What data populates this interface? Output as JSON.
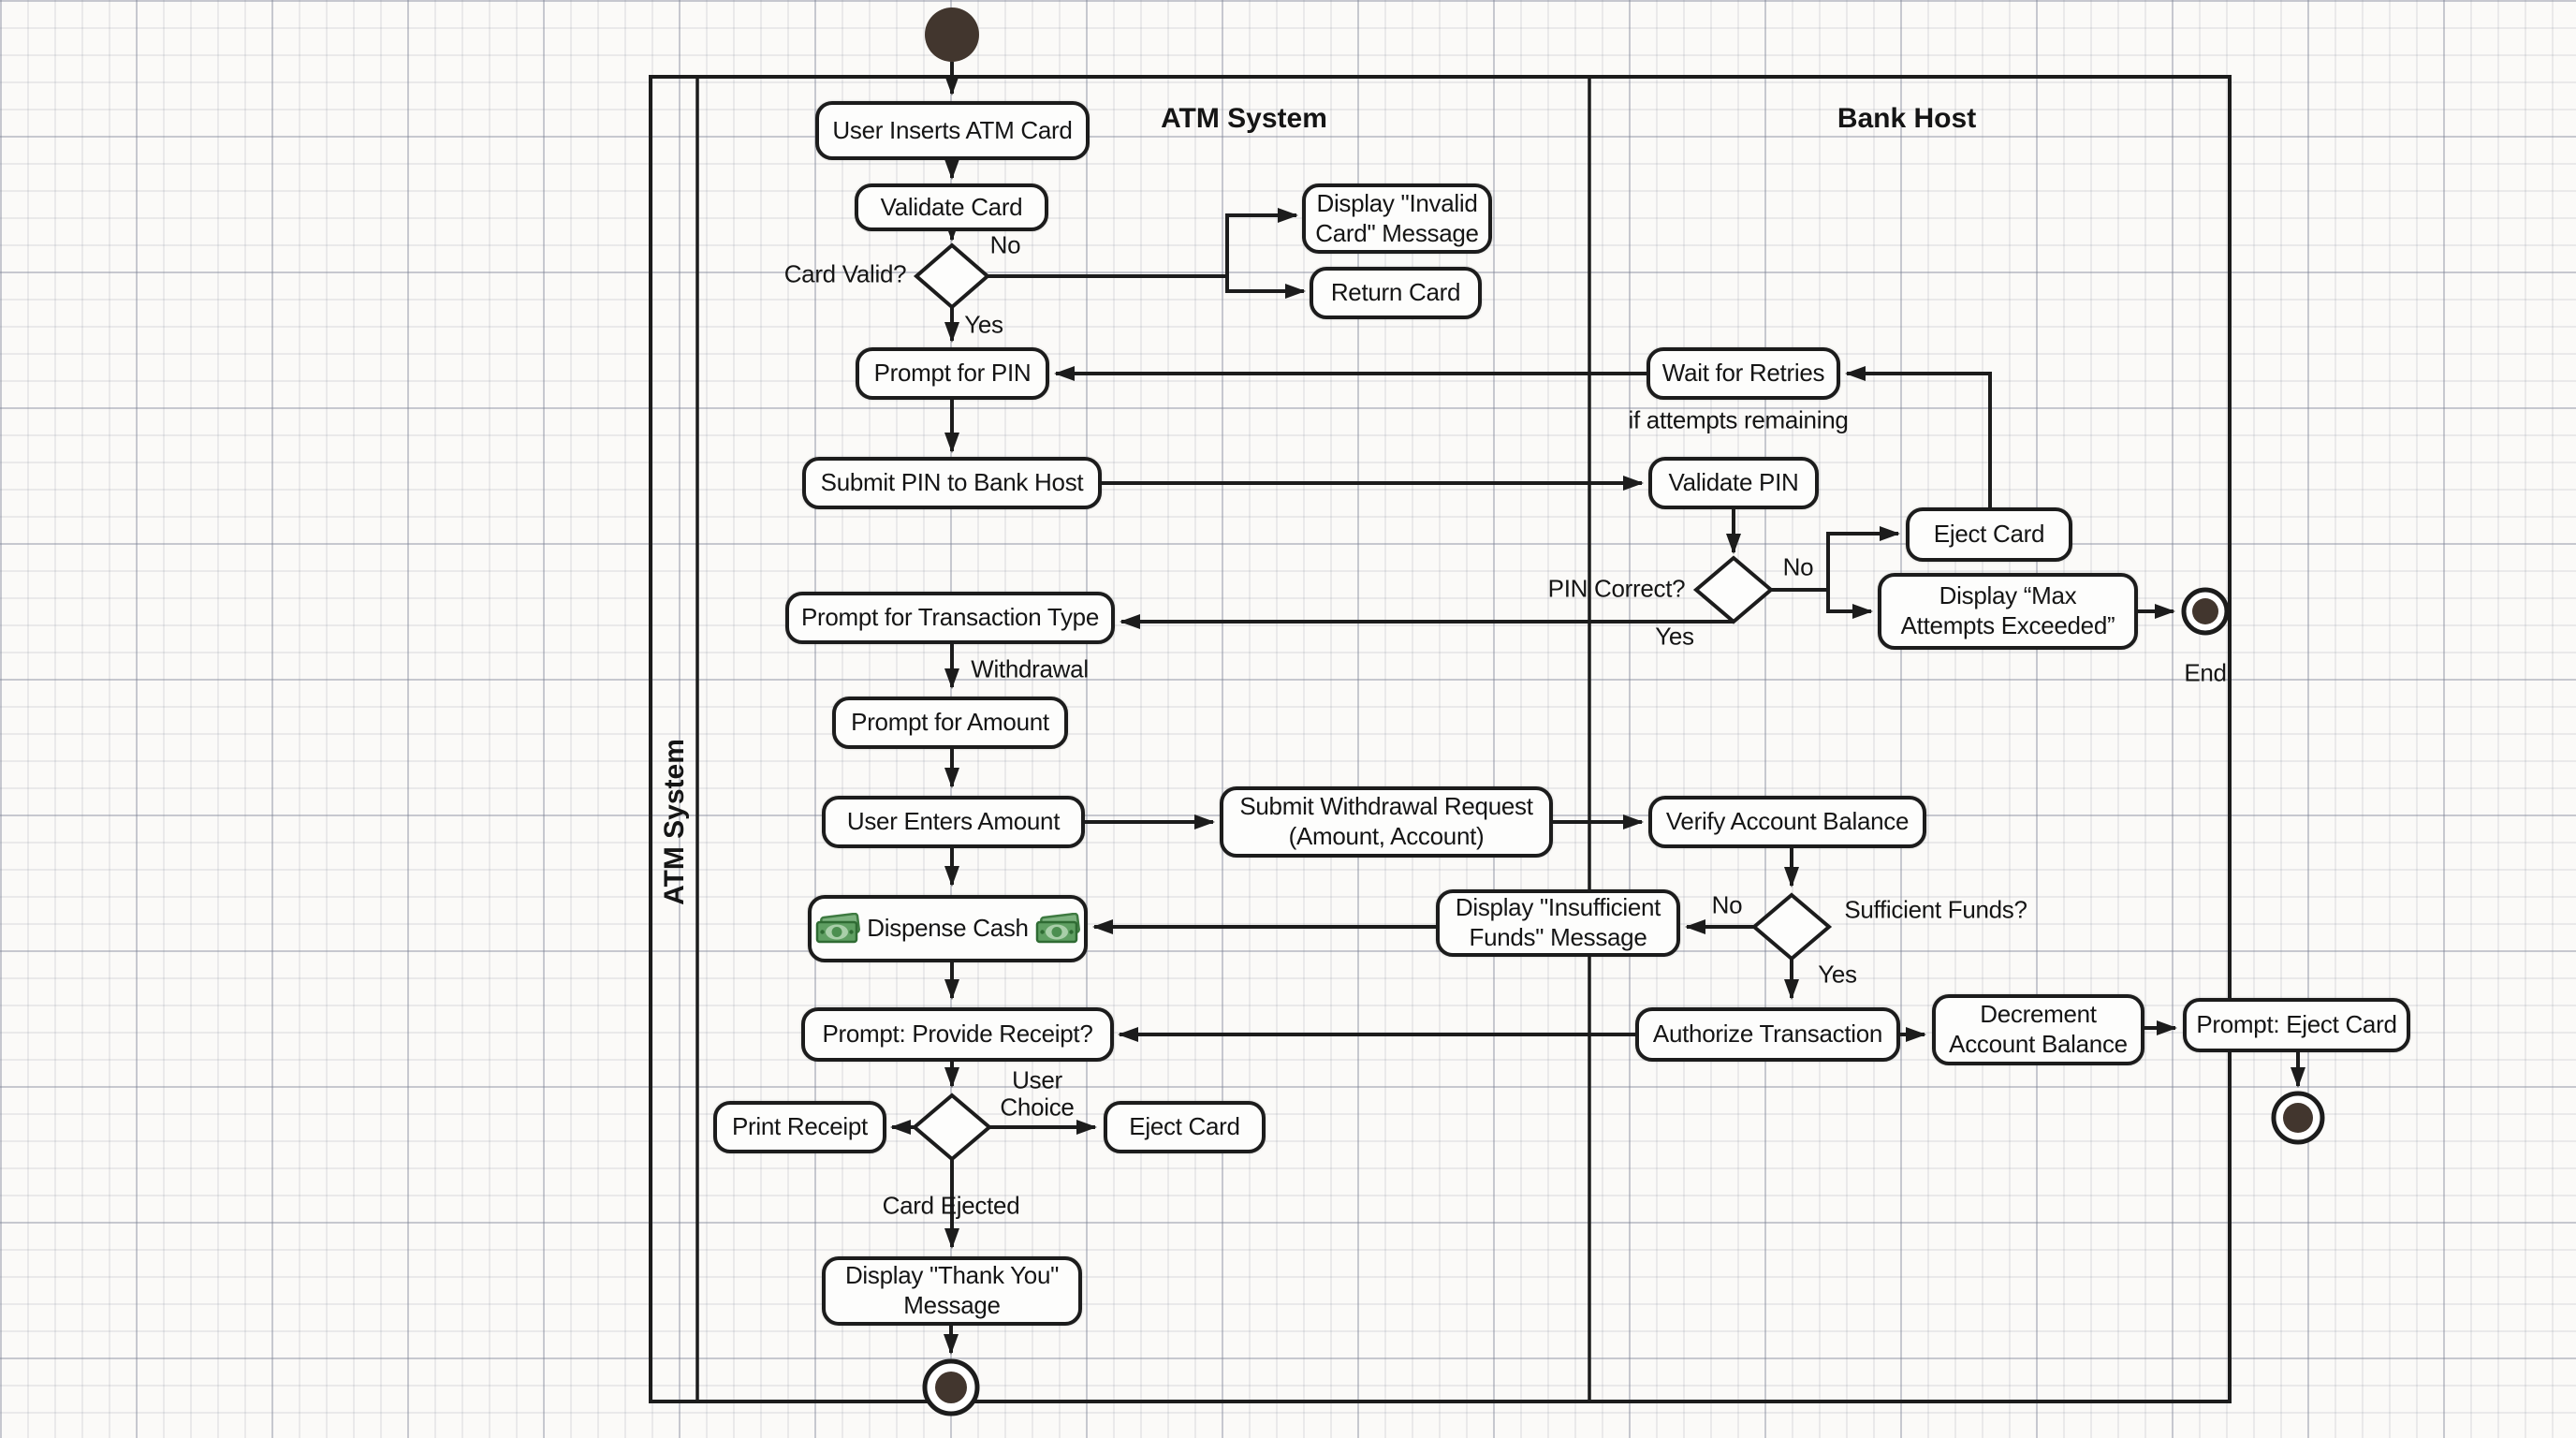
{
  "diagram": {
    "title_left_lane": "ATM System",
    "title_right_lane": "Bank Host",
    "vertical_frame_label": "ATM System",
    "nodes": {
      "user_inserts_atm_card": "User Inserts ATM Card",
      "validate_card": "Validate Card",
      "display_invalid_card": "Display \"Invalid\nCard\" Message",
      "return_card": "Return Card",
      "prompt_for_pin": "Prompt for PIN",
      "wait_for_retries": "Wait for Retries",
      "submit_pin_to_bank_host": "Submit PIN to Bank Host",
      "validate_pin": "Validate PIN",
      "eject_card_bank": "Eject Card",
      "display_max_attempts": "Display “Max\nAttempts Exceeded”",
      "prompt_transaction_type": "Prompt for Transaction Type",
      "prompt_for_amount": "Prompt for Amount",
      "user_enters_amount": "User Enters Amount",
      "submit_withdrawal_request": "Submit Withdrawal Request\n(Amount, Account)",
      "verify_account_balance": "Verify Account Balance",
      "display_insufficient_funds": "Display \"Insufficient\nFunds\" Message",
      "dispense_cash": "Dispense Cash",
      "prompt_provide_receipt": "Prompt: Provide Receipt?",
      "authorize_transaction": "Authorize Transaction",
      "decrement_account_balance": "Decrement\nAccount Balance",
      "prompt_eject_card": "Prompt: Eject Card",
      "print_receipt": "Print Receipt",
      "eject_card_atm": "Eject Card",
      "display_thank_you": "Display \"Thank You\"\nMessage"
    },
    "decisions": {
      "card_valid": "Card Valid?",
      "pin_correct": "PIN Correct?",
      "sufficient_funds": "Sufficient Funds?",
      "user_choice": "User\nChoice"
    },
    "edge_labels": {
      "card_valid_no": "No",
      "card_valid_yes": "Yes",
      "retry_condition": "if attempts remaining",
      "pin_no": "No",
      "pin_yes": "Yes",
      "transaction_choice": "Withdrawal",
      "funds_no": "No",
      "funds_yes": "Yes",
      "card_ejected": "Card Ejected",
      "end_label": "End"
    },
    "icons": {
      "dispense_left": "banknote-icon",
      "dispense_right": "banknote-icon"
    },
    "colors": {
      "ink": "#1c1c1c",
      "paper": "#fbfaf8",
      "node_fill": "#fdfdfc",
      "terminal_fill": "#42362e",
      "banknote_green": "#5f9f62",
      "banknote_dark_green": "#2f6b33",
      "banknote_light_green": "#a9cfa9"
    }
  }
}
